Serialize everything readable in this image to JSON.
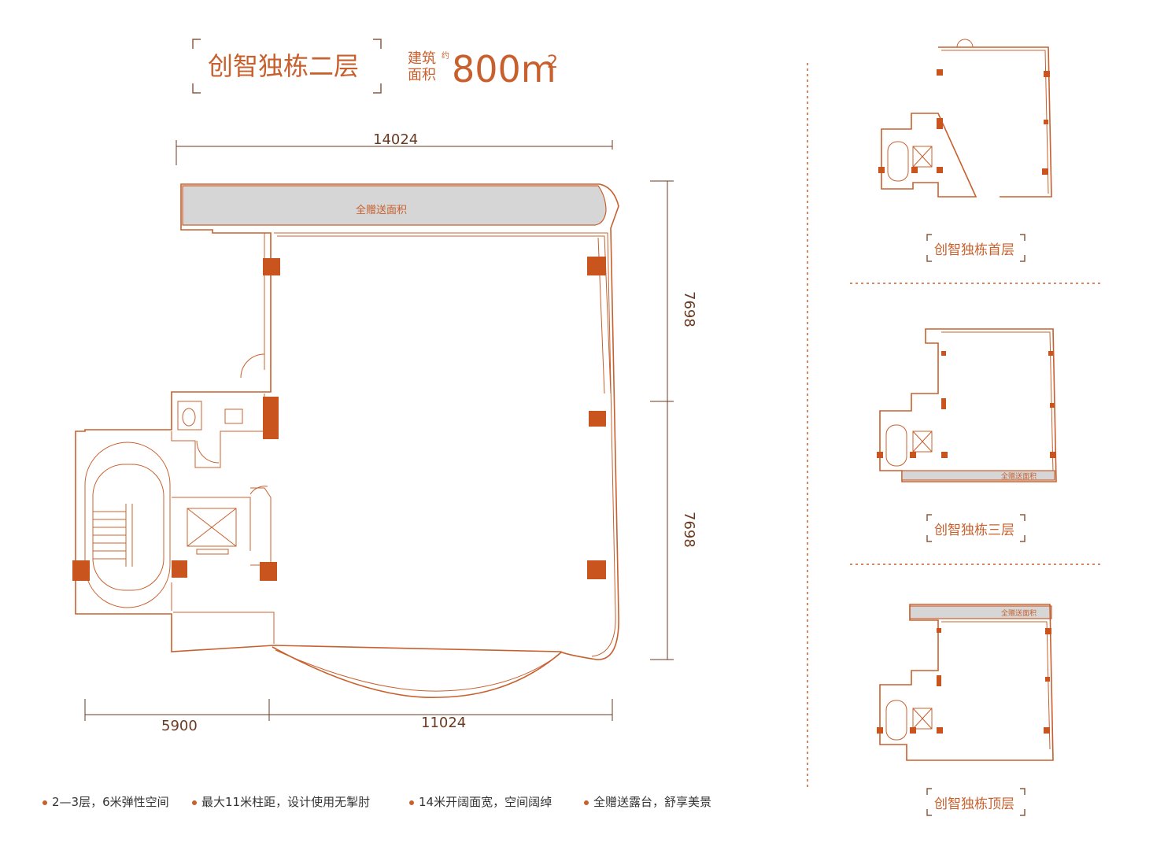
{
  "title": {
    "name": "创智独栋二层",
    "area_label_line1": "建筑",
    "area_label_line2": "面积",
    "area_label_small": "约",
    "area_value": "800m",
    "area_sup": "2"
  },
  "main_plan": {
    "gift_area_label": "全赠送面积",
    "dims": {
      "top_width": "14024",
      "right_upper": "7698",
      "right_lower": "7698",
      "bottom_left": "5900",
      "bottom_right": "11024"
    }
  },
  "thumbnails": [
    {
      "label": "创智独栋首层",
      "gift_label": ""
    },
    {
      "label": "创智独栋三层",
      "gift_label": "全赠送面积"
    },
    {
      "label": "创智独栋顶层",
      "gift_label": "全赠送面积"
    }
  ],
  "features": [
    "2—3层，6米弹性空间",
    "最大11米柱距，设计使用无掣肘",
    "14米开阔面宽，空间阔绰",
    "全赠送露台，舒享美景"
  ],
  "colors": {
    "accent": "#c8602e",
    "column": "#c9541e",
    "gift_fill": "#d6d6d6"
  }
}
